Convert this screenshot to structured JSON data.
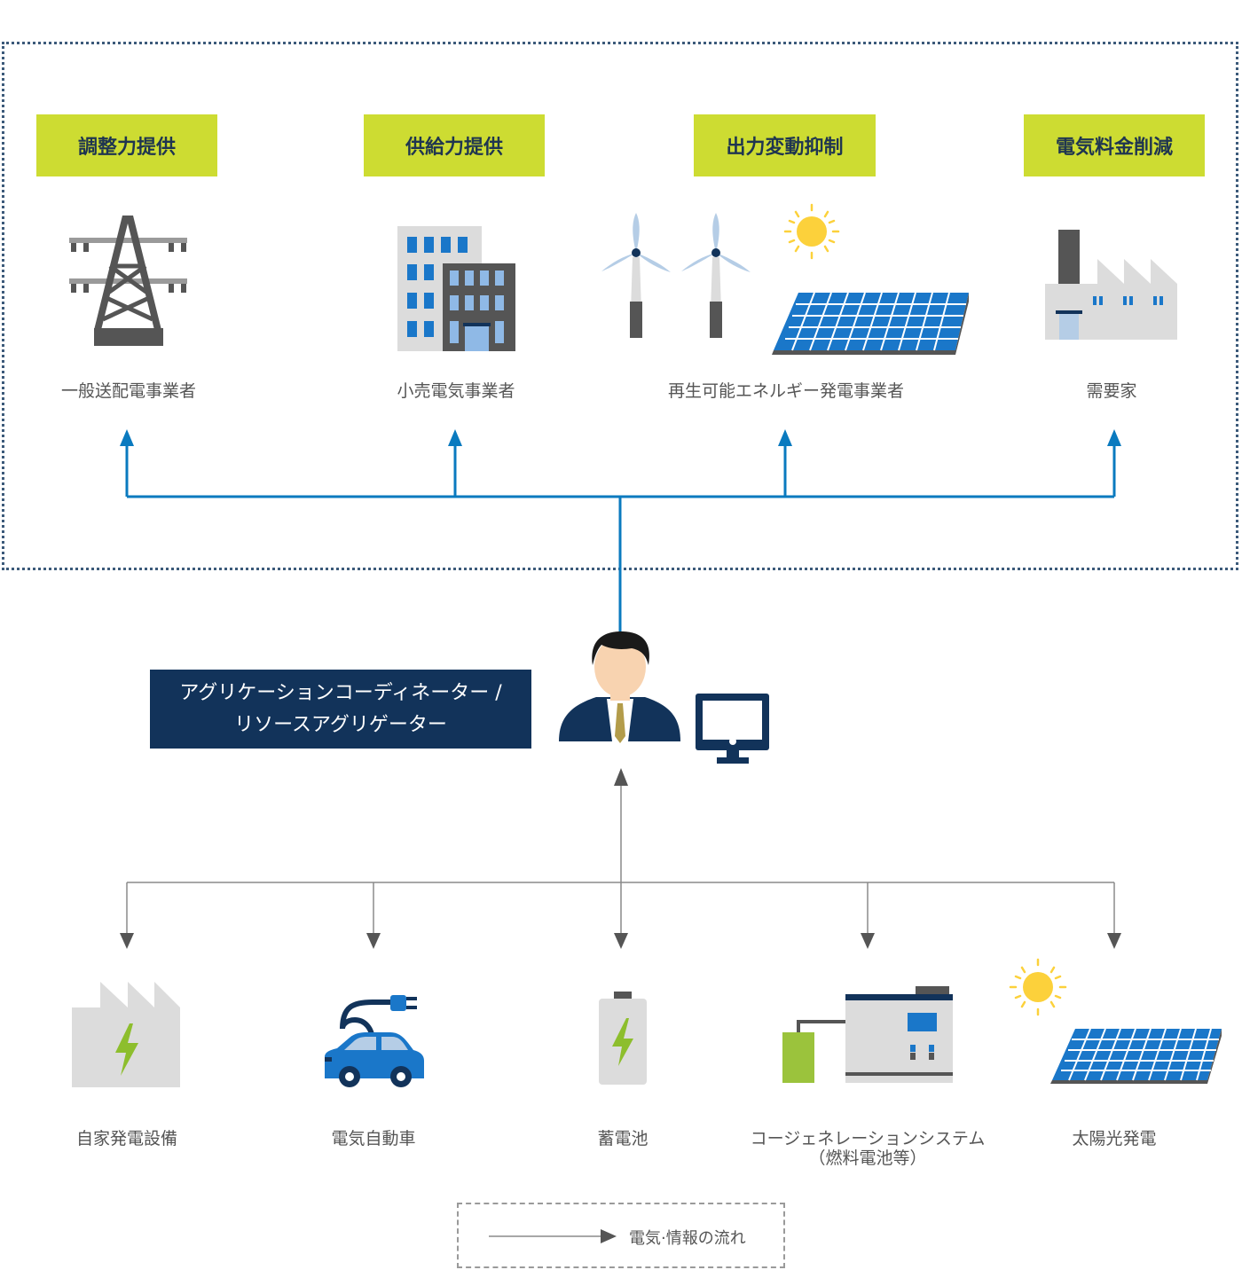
{
  "top": {
    "badges": [
      {
        "text": "調整力提供"
      },
      {
        "text": "供給力提供"
      },
      {
        "text": "出力変動抑制"
      },
      {
        "text": "電気料金削減"
      }
    ],
    "labels": [
      {
        "text": "一般送配電事業者"
      },
      {
        "text": "小売電気事業者"
      },
      {
        "text": "再生可能エネルギー発電事業者"
      },
      {
        "text": "需要家"
      }
    ]
  },
  "aggregator": {
    "line1": "アグリケーションコーディネーター /",
    "line2": "リソースアグリゲーター"
  },
  "resources": {
    "labels": [
      {
        "text": "自家発電設備"
      },
      {
        "text": "電気自動車"
      },
      {
        "text": "蓄電池"
      },
      {
        "text": "コージェネレーションシステム",
        "sub": "（燃料電池等）"
      },
      {
        "text": "太陽光発電"
      }
    ]
  },
  "legend": {
    "text": "電気·情報の流れ"
  },
  "colors": {
    "badge": "#cddc32",
    "navy": "#12335a",
    "blue_line": "#0a7abf",
    "grey_line": "#8a8a8a"
  }
}
